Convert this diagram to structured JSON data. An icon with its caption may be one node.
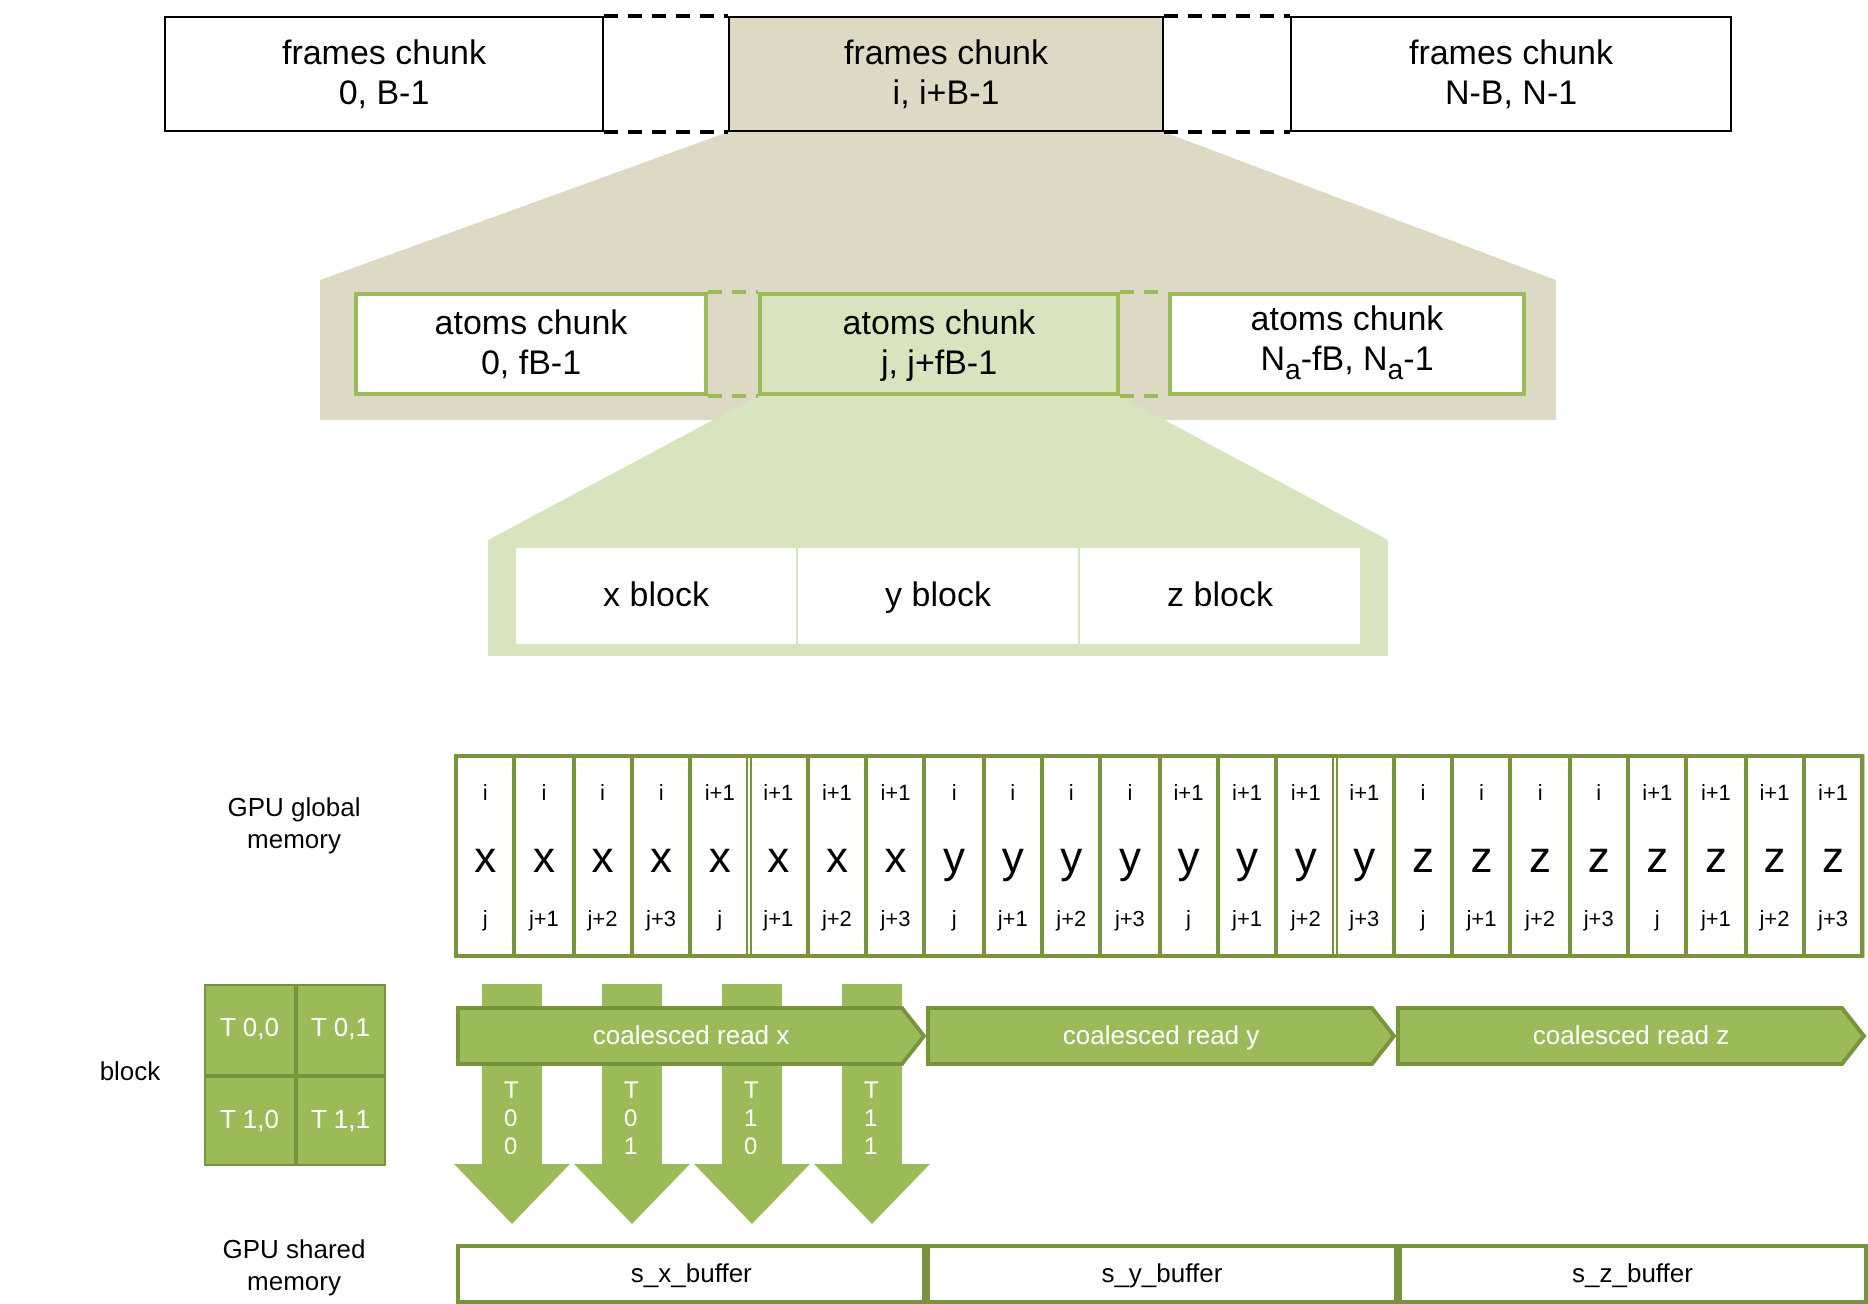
{
  "diagram": {
    "nodes": [
      {
        "text": [
          "frames chunk",
          "0, B-1"
        ]
      },
      {
        "text": [
          "frames chunk",
          "i, i+B-1"
        ]
      },
      {
        "text": [
          "frames chunk",
          "N-B, N-1"
        ]
      },
      {
        "text": [
          "atoms chunk",
          "0, fB-1"
        ]
      },
      {
        "text": [
          "atoms chunk",
          "j, j+fB-1"
        ]
      },
      {
        "text": [
          "atoms chunk",
          "N$_{a}$-fB, N$_{a}$-1"
        ]
      },
      {
        "text": [
          "x block"
        ]
      },
      {
        "text": [
          "y block"
        ]
      },
      {
        "text": [
          "z block"
        ]
      },
      {
        "text": [
          "i",
          "x",
          "j"
        ]
      },
      {
        "text": [
          "i",
          "x",
          "j+1"
        ]
      },
      {
        "text": [
          "i",
          "x",
          "j+2"
        ]
      },
      {
        "text": [
          "i",
          "x",
          "j+3"
        ]
      },
      {
        "text": [
          "i+1",
          "x",
          "j"
        ]
      },
      {
        "text": [
          "i+1",
          "x",
          "j+1"
        ]
      },
      {
        "text": [
          "i+1",
          "x",
          "j+2"
        ]
      },
      {
        "text": [
          "i+1",
          "x",
          "j+3"
        ]
      },
      {
        "text": [
          "i",
          "y",
          "j"
        ]
      },
      {
        "text": [
          "i",
          "y",
          "j+1"
        ]
      },
      {
        "text": [
          "i",
          "y",
          "j+2"
        ]
      },
      {
        "text": [
          "i",
          "y",
          "j+3"
        ]
      },
      {
        "text": [
          "i+1",
          "y",
          "j"
        ]
      },
      {
        "text": [
          "i+1",
          "y",
          "j+1"
        ]
      },
      {
        "text": [
          "i+1",
          "y",
          "j+2"
        ]
      },
      {
        "text": [
          "i+1",
          "y",
          "j+3"
        ]
      },
      {
        "text": [
          "i",
          "z",
          "j"
        ]
      },
      {
        "text": [
          "i",
          "z",
          "j+1"
        ]
      },
      {
        "text": [
          "i",
          "z",
          "j+2"
        ]
      },
      {
        "text": [
          "i",
          "z",
          "j+3"
        ]
      },
      {
        "text": [
          "i+1",
          "z",
          "j"
        ]
      },
      {
        "text": [
          "i+1",
          "z",
          "j+1"
        ]
      },
      {
        "text": [
          "i+1",
          "z",
          "j+2"
        ]
      },
      {
        "text": [
          "i+1",
          "z",
          "j+3"
        ]
      },
      {
        "text": [
          "T 0,0"
        ]
      },
      {
        "text": [
          "T 0,1"
        ]
      },
      {
        "text": [
          "T 1,0"
        ]
      },
      {
        "text": [
          "T 1,1"
        ]
      },
      {
        "text": [
          "coalesced read x"
        ]
      },
      {
        "text": [
          "coalesced read y"
        ]
      },
      {
        "text": [
          "coalesced read z"
        ]
      },
      {
        "text": [
          "s_x_buffer"
        ]
      },
      {
        "text": [
          "s_y_buffer"
        ]
      },
      {
        "text": [
          "s_z_buffer"
        ]
      }
    ],
    "edges": [
      {
        "from": 0,
        "to": 1,
        "arrow": "none",
        "style": "dashed",
        "color": "#000000"
      },
      {
        "from": 1,
        "to": 2,
        "arrow": "none",
        "style": "dashed",
        "color": "#000000"
      },
      {
        "from": 3,
        "to": 4,
        "arrow": "none",
        "style": "dashed"
      },
      {
        "from": 4,
        "to": 5,
        "arrow": "none",
        "style": "dashed"
      },
      {
        "from": 37,
        "to": 40,
        "arrow": "to",
        "style": "thick",
        "label": "T 0 0"
      },
      {
        "from": 37,
        "to": 40,
        "arrow": "to",
        "style": "thick",
        "label": "T 0 1"
      },
      {
        "from": 37,
        "to": 40,
        "arrow": "to",
        "style": "thick",
        "label": "T 1 0"
      },
      {
        "from": 37,
        "to": 40,
        "arrow": "to",
        "style": "thick",
        "label": "T 1 1"
      }
    ],
    "labels": [
      "GPU global memory",
      "block",
      "GPU shared memory"
    ]
  }
}
